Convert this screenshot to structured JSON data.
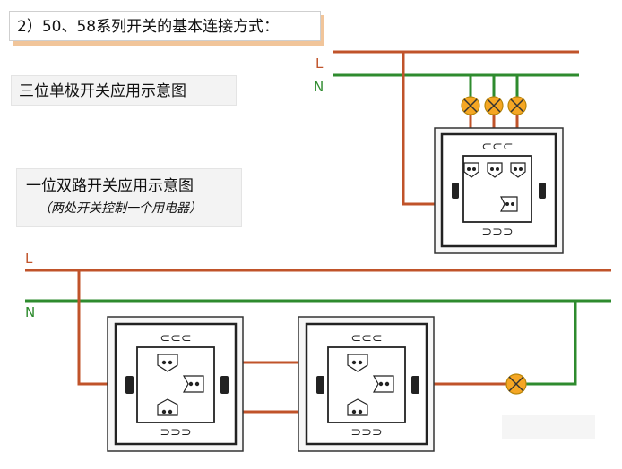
{
  "title": "2）50、58系列开关的基本连接方式：",
  "diagram1": {
    "title": "三位单极开关应用示意图"
  },
  "diagram2": {
    "title": "一位双路开关应用示意图",
    "subtitle": "（两处开关控制一个用电器）"
  },
  "wire_labels": {
    "live": "L",
    "neutral": "N"
  },
  "colors": {
    "live_wire": "#c0532a",
    "neutral_wire": "#2e8b2e",
    "lamp": "#f5a623",
    "title_shadow": "#f1c59a"
  },
  "icons": {
    "lamp": "lamp-icon",
    "terminal": "terminal-icon",
    "switch_plate": "switch-plate"
  }
}
